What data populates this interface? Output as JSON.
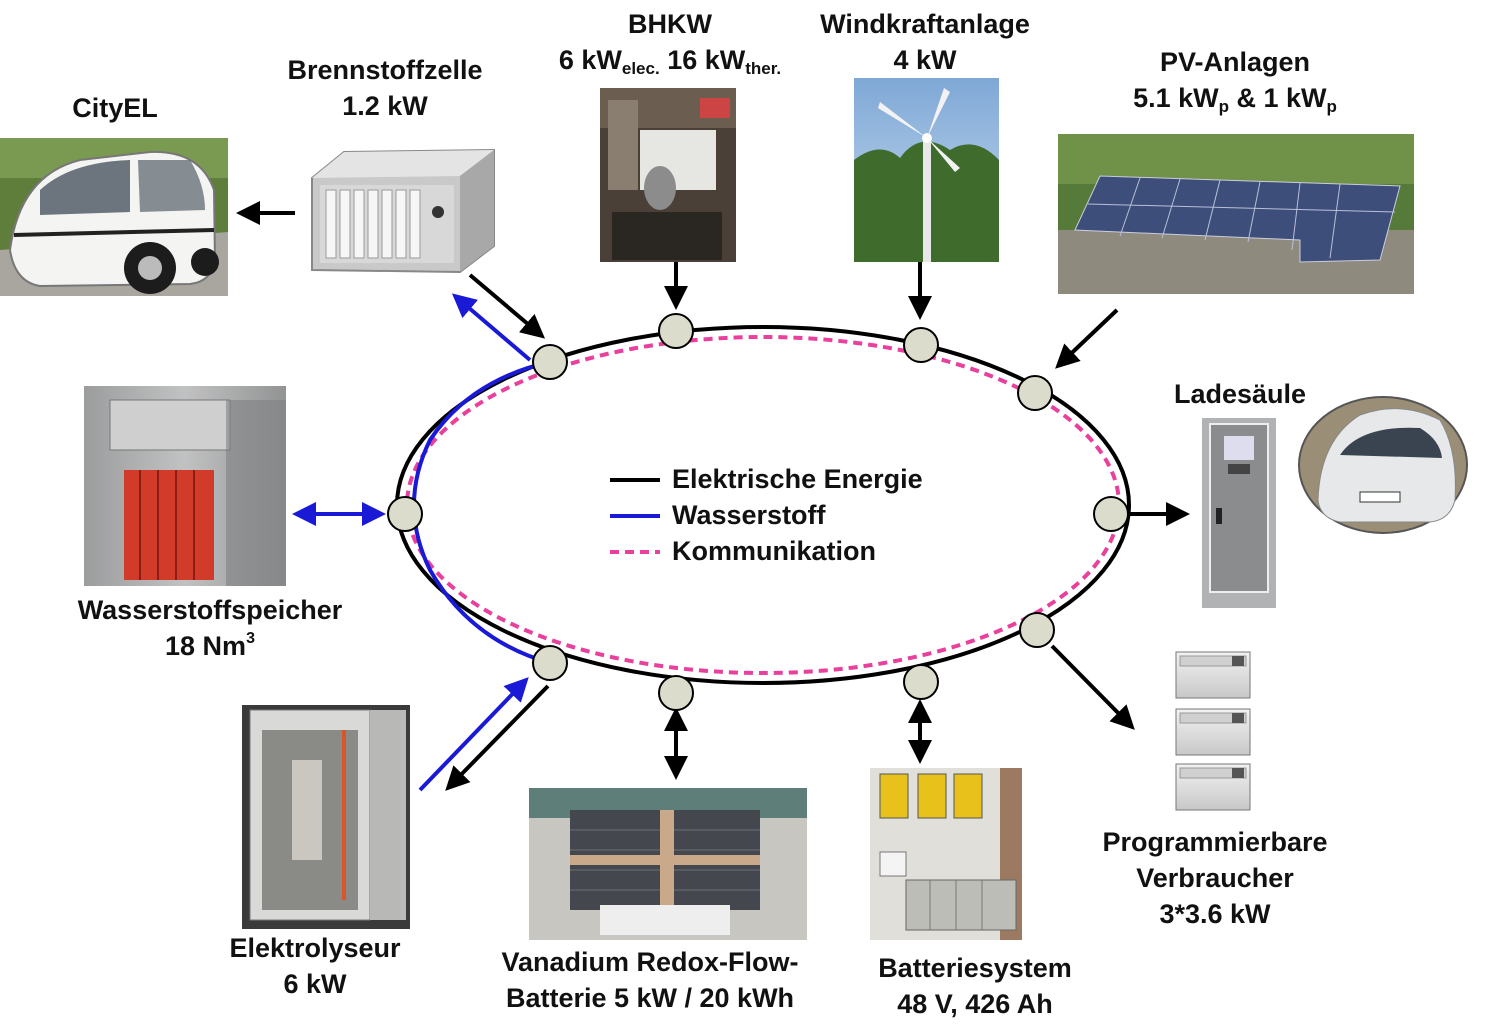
{
  "legend": {
    "electric": "Elektrische Energie",
    "hydrogen": "Wasserstoff",
    "communication": "Kommunikation"
  },
  "components": {
    "cityel": {
      "name": "CityEL"
    },
    "fuelcell": {
      "name": "Brennstoffzelle",
      "power": "1.2 kW"
    },
    "bhkw": {
      "name": "BHKW",
      "p1": "6 kW",
      "p1_sub": "elec.",
      "p2": " 16 kW",
      "p2_sub": "ther."
    },
    "wind": {
      "name": "Windkraftanlage",
      "power": "4 kW"
    },
    "pv": {
      "name": "PV-Anlagen",
      "p1": "5.1 kW",
      "p1_sub": "p",
      "mid": " & 1 kW",
      "p2_sub": "p"
    },
    "charger": {
      "name": "Ladesäule"
    },
    "h2storage": {
      "name": "Wasserstoffspeicher",
      "cap": "18 Nm",
      "cap_sup": "3"
    },
    "electrolyser": {
      "name": "Elektrolyseur",
      "power": "6 kW"
    },
    "vanadium": {
      "line1": "Vanadium Redox-Flow-",
      "line2": "Batterie 5 kW / 20 kWh"
    },
    "battery": {
      "name": "Batteriesystem",
      "spec": "48 V, 426 Ah"
    },
    "loads": {
      "line1": "Programmierbare",
      "line2": "Verbraucher",
      "line3": "3*3.6 kW"
    }
  },
  "colors": {
    "electric": "#000000",
    "hydrogen": "#1a1ad6",
    "communication": "#e8409c",
    "node_fill": "#dcdccc"
  },
  "icons": [
    "cityel-car-photo",
    "fuel-cell-photo",
    "bhkw-photo",
    "wind-turbine-photo",
    "pv-array-photo",
    "charging-station-photo",
    "ev-car-photo",
    "hydrogen-tank-photo",
    "electrolyser-photo",
    "vanadium-battery-photo",
    "battery-system-photo",
    "programmable-load-photo"
  ]
}
